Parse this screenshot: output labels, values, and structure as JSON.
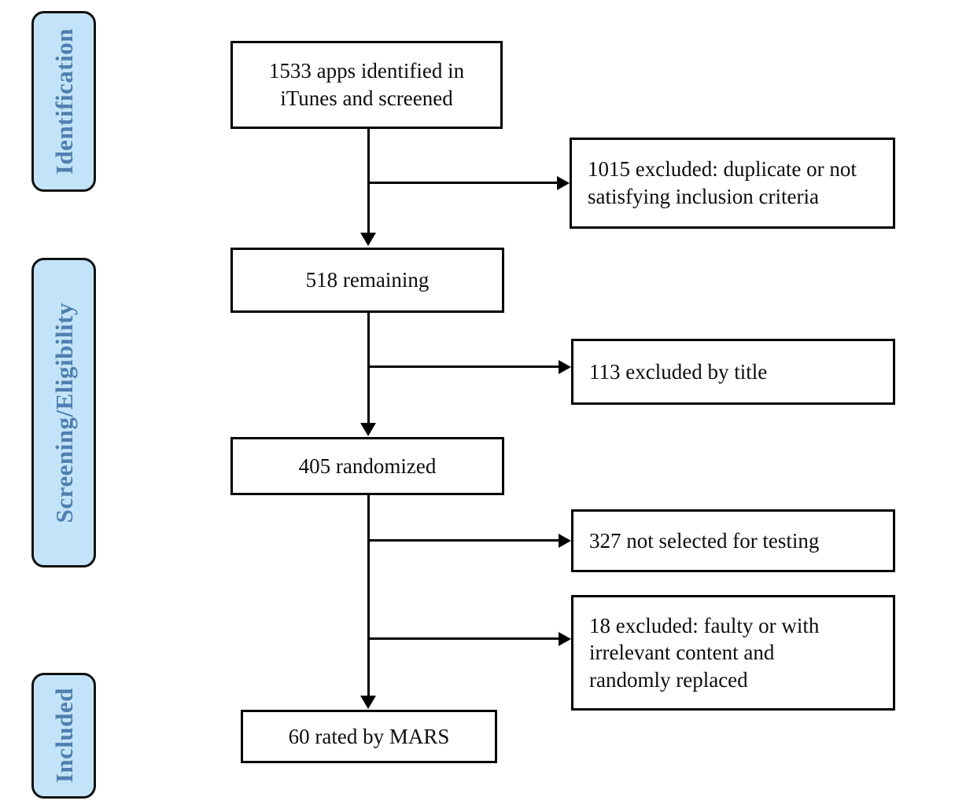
{
  "diagram": {
    "title": "PRISMA app selection flow diagram",
    "colors": {
      "stage_fill": "#c3e4f8",
      "stage_border": "#111111",
      "stage_text": "#4f7fb0",
      "box_border": "#000000",
      "box_fill": "#ffffff",
      "box_text": "#0d0d0d",
      "connector": "#000000"
    },
    "stages": [
      {
        "id": "identification",
        "label": "Identification"
      },
      {
        "id": "screening-eligibility",
        "label": "Screening/Eligibility"
      },
      {
        "id": "included",
        "label": "Included"
      }
    ],
    "main_boxes": [
      {
        "id": "apps-identified",
        "label": "1533 apps identified in\niTunes and screened",
        "count": 1533
      },
      {
        "id": "remaining",
        "label": "518 remaining",
        "count": 518
      },
      {
        "id": "randomized",
        "label": "405 randomized",
        "count": 405
      },
      {
        "id": "rated-by-mars",
        "label": "60 rated by MARS",
        "count": 60
      }
    ],
    "exclusion_boxes": [
      {
        "id": "excluded-duplicate",
        "label": "1015 excluded: duplicate or not\nsatisfying inclusion criteria",
        "count": 1015
      },
      {
        "id": "excluded-by-title",
        "label": "113 excluded by title",
        "count": 113
      },
      {
        "id": "not-selected-testing",
        "label": "327 not selected for testing",
        "count": 327
      },
      {
        "id": "excluded-faulty",
        "label": "18 excluded: faulty or with\nirrelevant content and\nrandomly replaced",
        "count": 18
      }
    ]
  },
  "chart_data": {
    "type": "diagram",
    "title": "PRISMA app selection flow diagram",
    "nodes": [
      {
        "id": "apps-identified",
        "stage": "Identification",
        "text": "1533 apps identified in iTunes and screened",
        "value": 1533
      },
      {
        "id": "excluded-duplicate",
        "stage": "Identification",
        "text": "1015 excluded: duplicate or not satisfying inclusion criteria",
        "value": 1015
      },
      {
        "id": "remaining",
        "stage": "Screening/Eligibility",
        "text": "518 remaining",
        "value": 518
      },
      {
        "id": "excluded-by-title",
        "stage": "Screening/Eligibility",
        "text": "113 excluded by title",
        "value": 113
      },
      {
        "id": "randomized",
        "stage": "Screening/Eligibility",
        "text": "405 randomized",
        "value": 405
      },
      {
        "id": "not-selected-testing",
        "stage": "Screening/Eligibility",
        "text": "327 not selected for testing",
        "value": 327
      },
      {
        "id": "excluded-faulty",
        "stage": "Screening/Eligibility",
        "text": "18 excluded: faulty or with irrelevant content and randomly replaced",
        "value": 18
      },
      {
        "id": "rated-by-mars",
        "stage": "Included",
        "text": "60 rated by MARS",
        "value": 60
      }
    ],
    "edges": [
      {
        "from": "apps-identified",
        "to": "excluded-duplicate",
        "direction": "right"
      },
      {
        "from": "apps-identified",
        "to": "remaining",
        "direction": "down"
      },
      {
        "from": "remaining",
        "to": "excluded-by-title",
        "direction": "right"
      },
      {
        "from": "remaining",
        "to": "randomized",
        "direction": "down"
      },
      {
        "from": "randomized",
        "to": "not-selected-testing",
        "direction": "right"
      },
      {
        "from": "randomized",
        "to": "excluded-faulty",
        "direction": "right"
      },
      {
        "from": "randomized",
        "to": "rated-by-mars",
        "direction": "down"
      }
    ]
  }
}
